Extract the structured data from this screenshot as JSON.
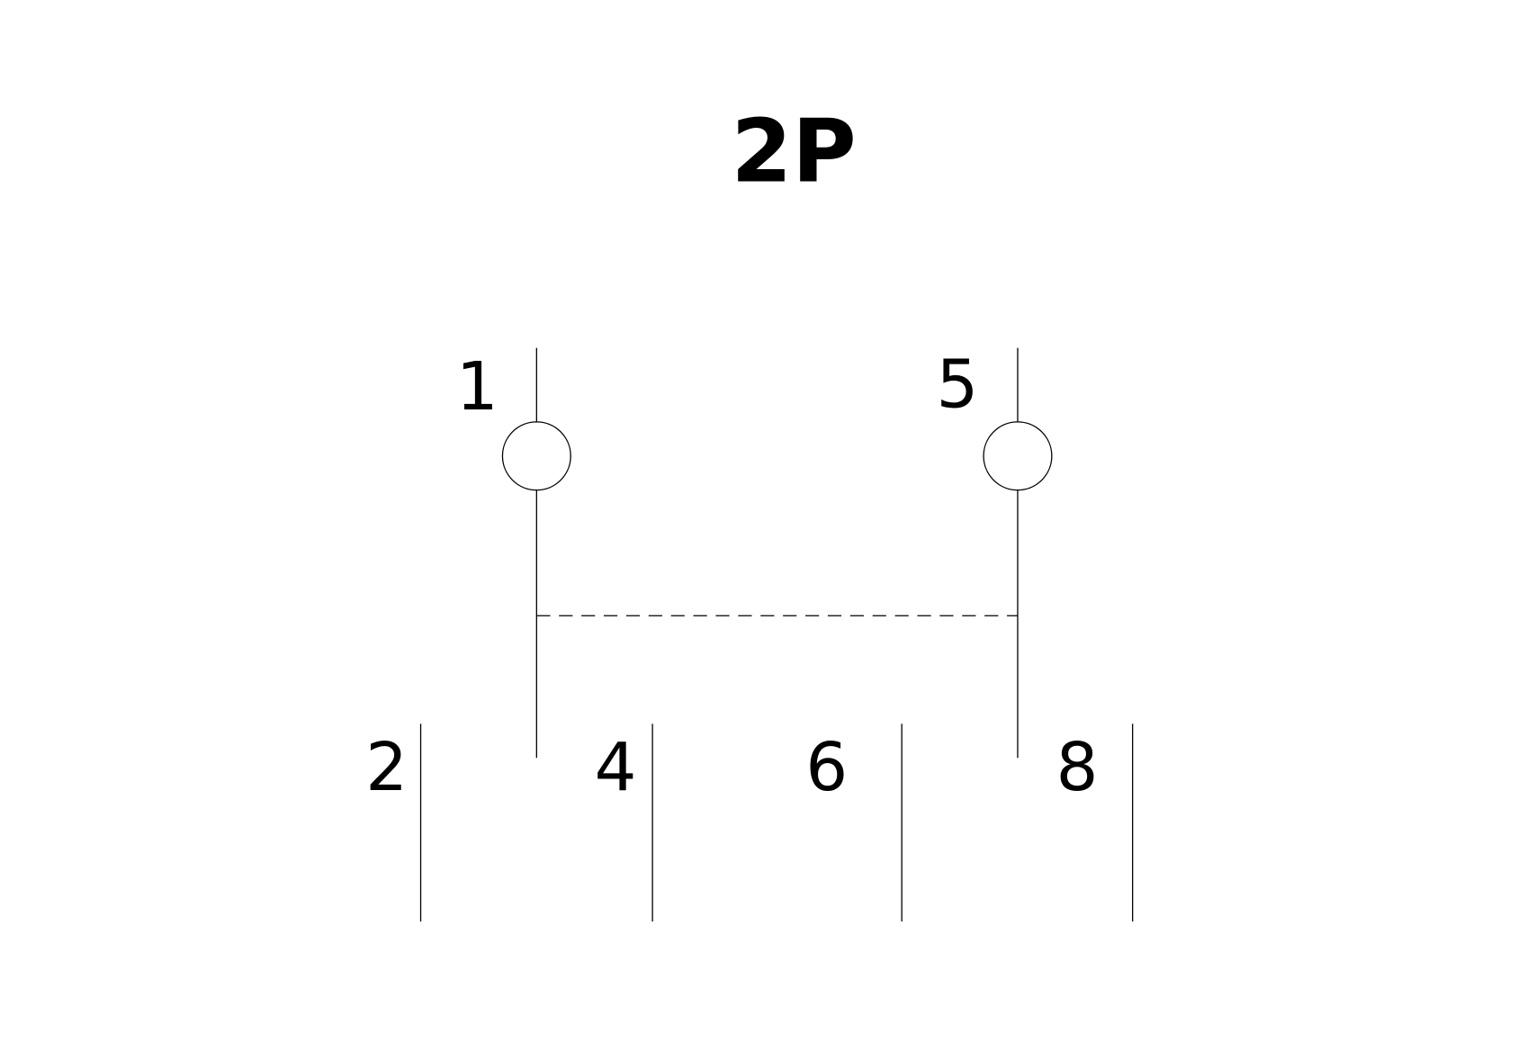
{
  "title": "2P",
  "terminals": {
    "top_left": "1",
    "top_right": "5",
    "bottom": [
      "2",
      "4",
      "6",
      "8"
    ]
  }
}
